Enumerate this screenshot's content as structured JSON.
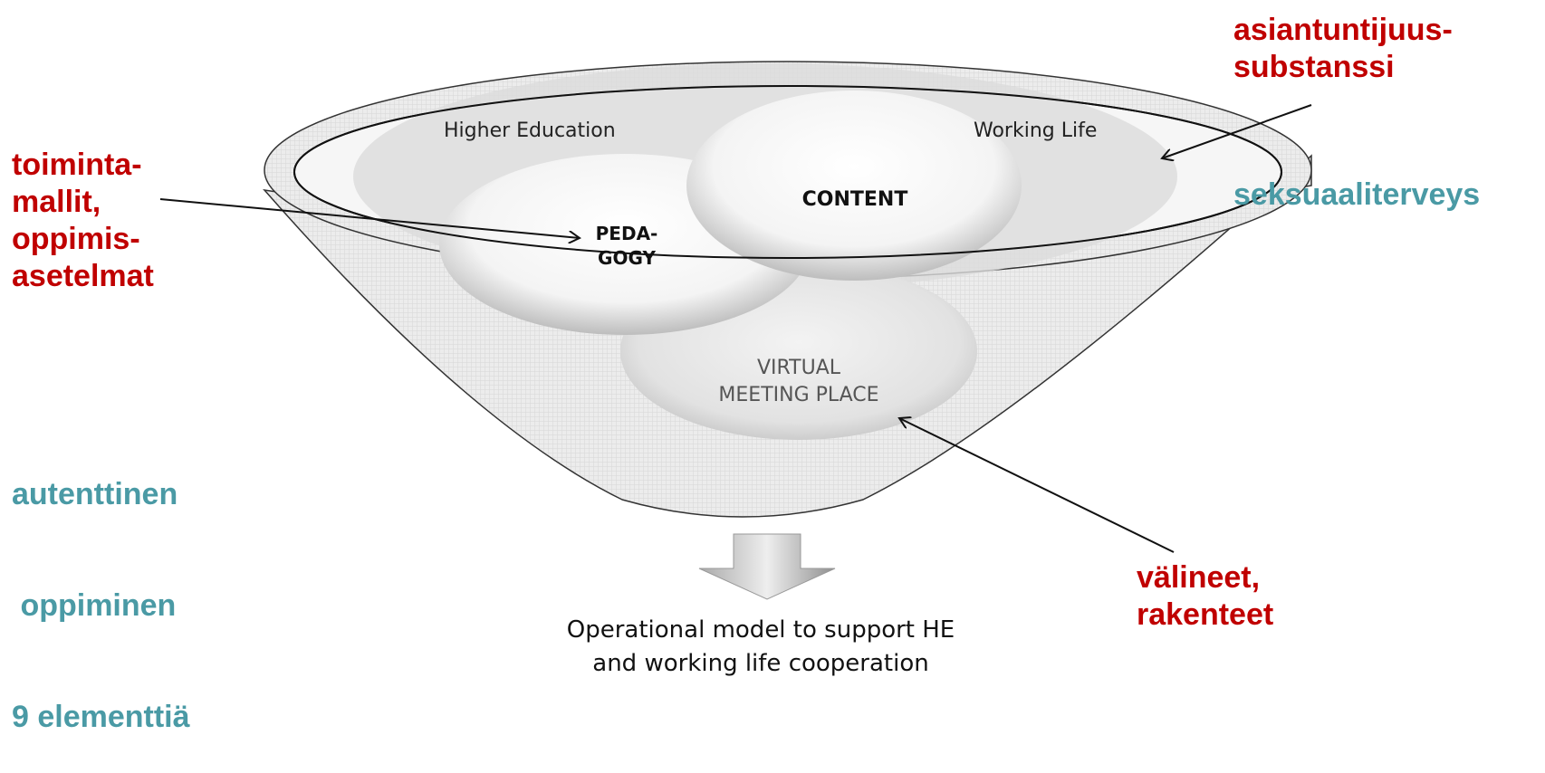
{
  "funnel": {
    "rim_left": "Higher Education",
    "rim_right": "Working Life",
    "circle_content": "CONTENT",
    "circle_pedagogy": [
      "PEDA-",
      "GOGY"
    ],
    "circle_virtual": [
      "VIRTUAL",
      "MEETING PLACE"
    ]
  },
  "caption": [
    "Operational model to support HE",
    "and working life cooperation"
  ],
  "annotations": {
    "top_right": [
      "asiantuntijuus-",
      "substanssi"
    ],
    "right_teal": "seksuaaliterveys",
    "left_red": [
      "toiminta-",
      "mallit,",
      "oppimis-",
      "asetelmat"
    ],
    "left_teal": [
      "autenttinen",
      " oppiminen",
      "9 elementtiä"
    ],
    "bottom_right": [
      "välineet,",
      "rakenteet"
    ]
  },
  "colors": {
    "red": "#c00000",
    "teal": "#4a9aa5",
    "outline": "#222222"
  }
}
